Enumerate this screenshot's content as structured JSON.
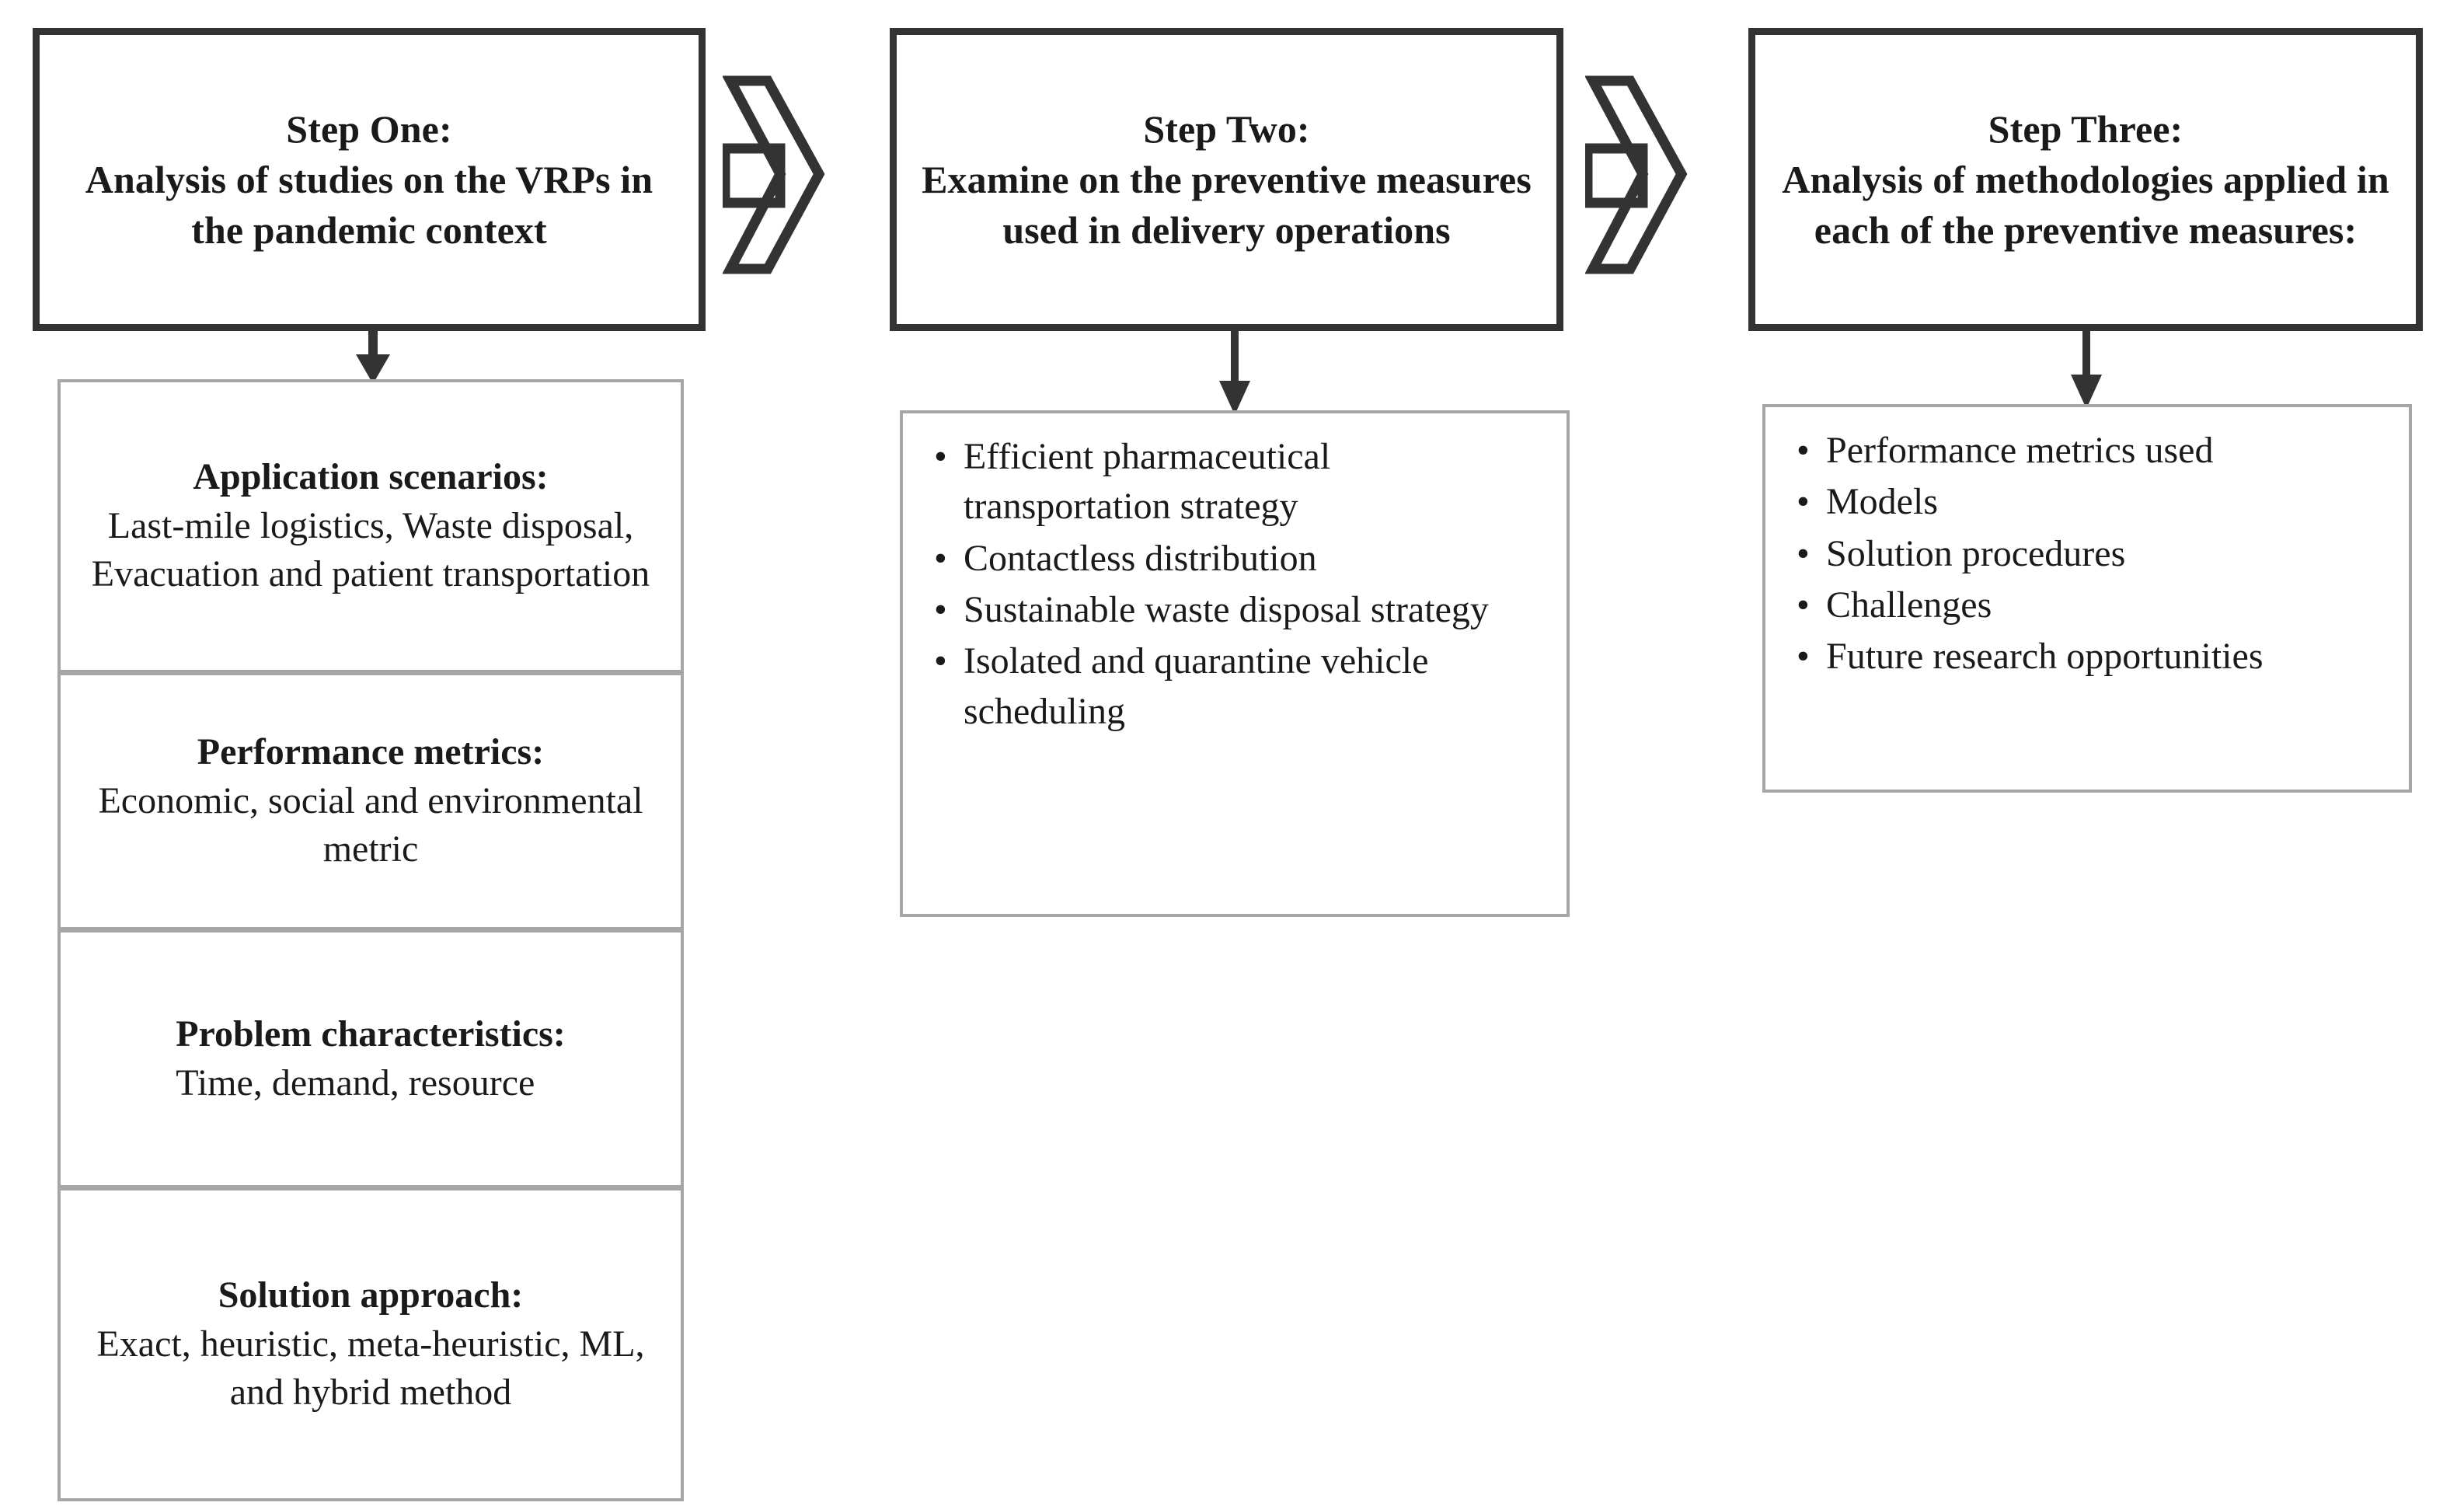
{
  "diagram": {
    "title_note": "Three-step research methodology flow",
    "colors": {
      "step_box_border": "#333333",
      "sub_box_border": "#a6a6a6",
      "arrow": "#333333",
      "text": "#1a1a1a",
      "background": "#ffffff"
    },
    "steps": [
      {
        "id": "step-one",
        "label": "Step One:",
        "description": "Analysis of studies on the VRPs in the pandemic context",
        "full_text": "Step One:\nAnalysis of studies on the VRPs in the pandemic context"
      },
      {
        "id": "step-two",
        "label": "Step Two:",
        "description": "Examine on the preventive measures used in delivery operations",
        "full_text": "Step Two:\nExamine on the preventive measures used in delivery operations"
      },
      {
        "id": "step-three",
        "label": "Step Three:",
        "description": "Analysis of methodologies applied in each of the preventive measures:",
        "full_text": "Step Three:\nAnalysis of methodologies applied in each of the preventive measures:"
      }
    ],
    "column_one_details": [
      {
        "title": "Application scenarios:",
        "body": "Last-mile logistics, Waste disposal, Evacuation and patient transportation"
      },
      {
        "title": "Performance metrics:",
        "body": "Economic, social and environmental metric"
      },
      {
        "title": "Problem characteristics:",
        "body": "Time, demand, resource"
      },
      {
        "title": "Solution approach:",
        "body": "Exact, heuristic, meta-heuristic, ML, and hybrid method"
      }
    ],
    "column_two_bullets": [
      "Efficient pharmaceutical transportation strategy",
      "Contactless distribution",
      " Sustainable waste disposal strategy",
      " Isolated and quarantine vehicle scheduling"
    ],
    "column_three_bullets": [
      "Performance metrics used",
      "Models",
      "Solution procedures",
      "Challenges",
      "Future research opportunities"
    ],
    "bullet_glyph": "•",
    "connectors": {
      "chevron_one_two": "chevron-right-arrow",
      "chevron_two_three": "chevron-right-arrow",
      "down_arrow_one": "arrow-down",
      "down_arrow_two": "arrow-down",
      "down_arrow_three": "arrow-down"
    }
  }
}
